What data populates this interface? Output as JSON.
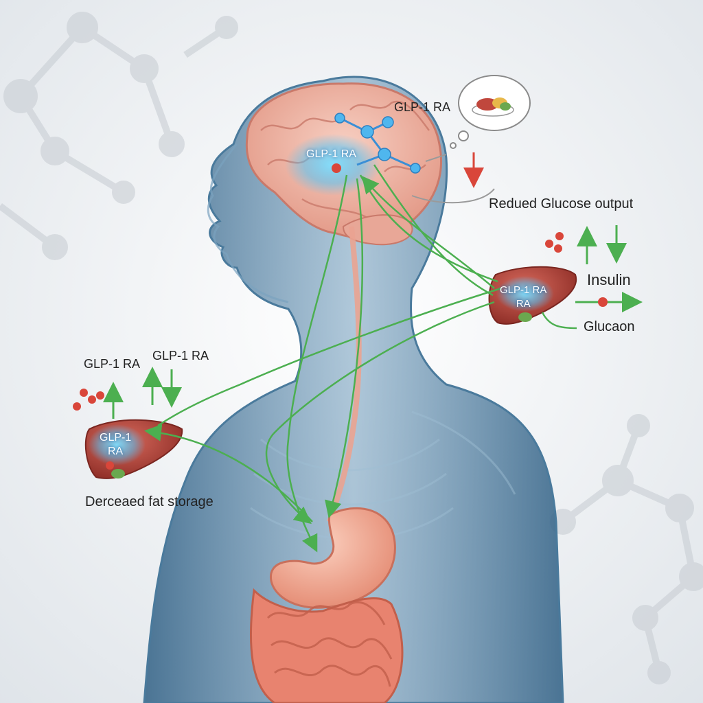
{
  "labels": {
    "brain_top": "GLP-1 RA",
    "brain_center": "GLP-1 RA",
    "reduced_glucose": "Redued Glucose output",
    "insulin": "Insulin",
    "glucagon": "Glucaon",
    "liver_right_line1": "GLP-1 RA",
    "liver_right_line2": "RA",
    "left_top_1": "GLP-1 RA",
    "left_top_2": "GLP-1 RA",
    "liver_left_line1": "GLP-1",
    "liver_left_line2": "RA",
    "fat_storage": "Dercеaed fat storage"
  },
  "colors": {
    "background": "#f2f4f6",
    "body": "#3f6f92",
    "brain": "#f0b7a8",
    "liver": "#b8443a",
    "gut": "#e8836f",
    "arrow_green": "#4caf50",
    "arrow_red": "#d9463a",
    "glow_blue": "#4fc3f7"
  }
}
